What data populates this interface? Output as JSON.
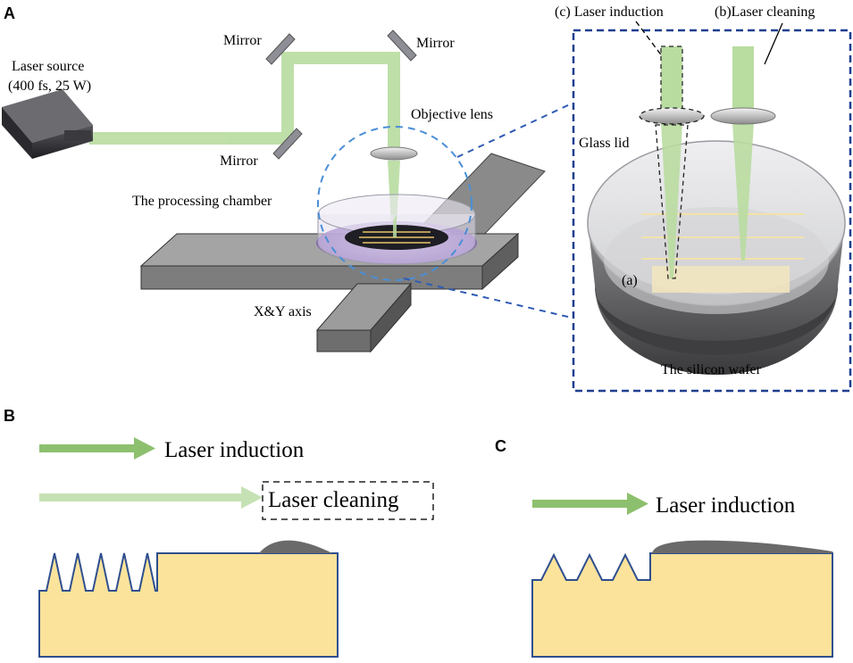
{
  "panels": {
    "a": "A",
    "b": "B",
    "c": "C"
  },
  "setup": {
    "laser_source_line1": "Laser source",
    "laser_source_line2": "(400 fs, 25 W)",
    "mirror_top_left": "Mirror",
    "mirror_top_right": "Mirror",
    "mirror_bottom": "Mirror",
    "objective_lens": "Objective lens",
    "processing_chamber": "The processing chamber",
    "xy_axis": "X&Y axis"
  },
  "inset": {
    "laser_induction": "(c) Laser induction",
    "laser_cleaning": "(b)Laser cleaning",
    "glass_lid": "Glass lid",
    "region_a": "(a)",
    "silicon_wafer": "The silicon wafer"
  },
  "panel_b": {
    "arrow1_label": "Laser induction",
    "arrow2_label": "Laser cleaning"
  },
  "panel_c": {
    "arrow_label": "Laser induction"
  },
  "colors": {
    "beam": "#b9dca0",
    "arrow_dark": "#8dc06e",
    "arrow_light": "#c6e2b4",
    "substrate_fill": "#fce39b",
    "substrate_stroke": "#2f4f8f",
    "inset_border": "#1f3f8f",
    "deposit": "#6a6a6a"
  }
}
